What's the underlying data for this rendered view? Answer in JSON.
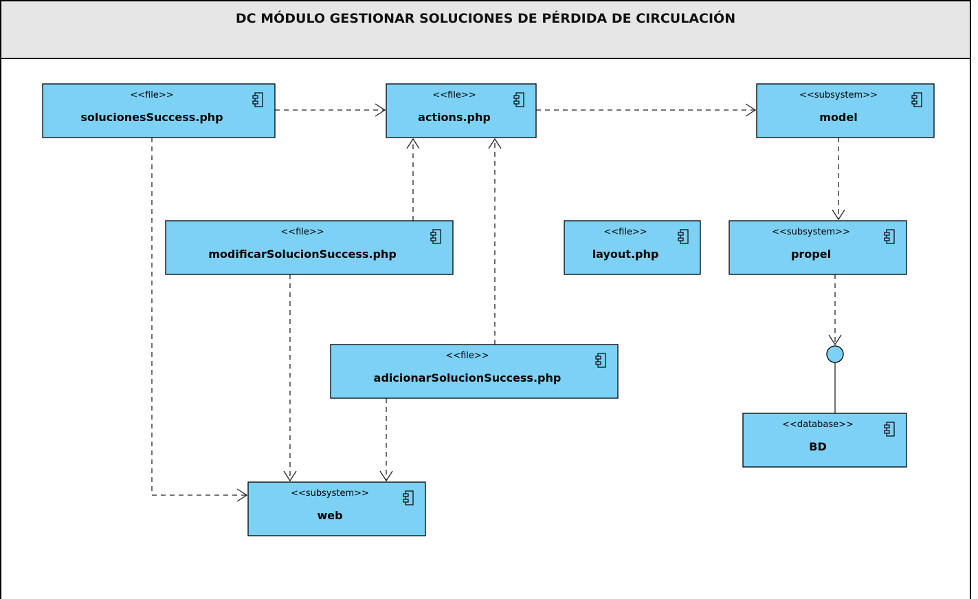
{
  "header": {
    "title": "DC MÓDULO GESTIONAR SOLUCIONES DE PÉRDIDA DE CIRCULACIÓN"
  },
  "colors": {
    "component_fill": "#7dd1f5",
    "header_fill": "#e6e6e6"
  },
  "components": [
    {
      "id": "solucionesSuccess",
      "stereotype": "<<file>>",
      "name": "solucionesSuccess.php",
      "icon": "component-icon"
    },
    {
      "id": "actions",
      "stereotype": "<<file>>",
      "name": "actions.php",
      "icon": "component-icon"
    },
    {
      "id": "model",
      "stereotype": "<<subsystem>>",
      "name": "model",
      "icon": "component-icon"
    },
    {
      "id": "modificarSolucionSuccess",
      "stereotype": "<<file>>",
      "name": "modificarSolucionSuccess.php",
      "icon": "component-icon"
    },
    {
      "id": "layout",
      "stereotype": "<<file>>",
      "name": "layout.php",
      "icon": "component-icon"
    },
    {
      "id": "propel",
      "stereotype": "<<subsystem>>",
      "name": "propel",
      "icon": "component-icon"
    },
    {
      "id": "adicionarSolucionSuccess",
      "stereotype": "<<file>>",
      "name": "adicionarSolucionSuccess.php",
      "icon": "component-icon"
    },
    {
      "id": "BD",
      "stereotype": "<<database>>",
      "name": "BD",
      "icon": "component-icon"
    },
    {
      "id": "web",
      "stereotype": "<<subsystem>>",
      "name": "web",
      "icon": "component-icon"
    }
  ],
  "dependencies": [
    {
      "from": "solucionesSuccess",
      "to": "actions",
      "kind": "dependency"
    },
    {
      "from": "actions",
      "to": "model",
      "kind": "dependency"
    },
    {
      "from": "model",
      "to": "propel",
      "kind": "dependency"
    },
    {
      "from": "modificarSolucionSuccess",
      "to": "actions",
      "kind": "dependency"
    },
    {
      "from": "adicionarSolucionSuccess",
      "to": "actions",
      "kind": "dependency"
    },
    {
      "from": "solucionesSuccess",
      "to": "web",
      "kind": "dependency"
    },
    {
      "from": "modificarSolucionSuccess",
      "to": "web",
      "kind": "dependency"
    },
    {
      "from": "adicionarSolucionSuccess",
      "to": "web",
      "kind": "dependency"
    },
    {
      "from": "propel",
      "to": "BD",
      "kind": "interface-usage"
    }
  ]
}
